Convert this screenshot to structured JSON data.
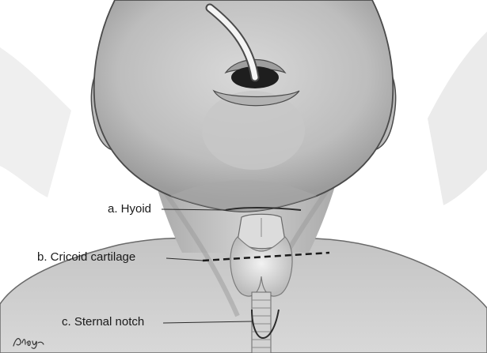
{
  "labels": {
    "hyoid": "a. Hyoid",
    "cricoid": "b. Cricoid cartilage",
    "sternal": "c. Sternal notch"
  },
  "signature_text": "Blay",
  "colors": {
    "skin": "#c9c9c9",
    "skin_light": "#dedede",
    "skin_dark": "#9a9a9a",
    "outline": "#4a4a4a",
    "tube": "#f4f4f4",
    "thyroid": "#e6e6e6",
    "leader": "#2b2b2b"
  }
}
